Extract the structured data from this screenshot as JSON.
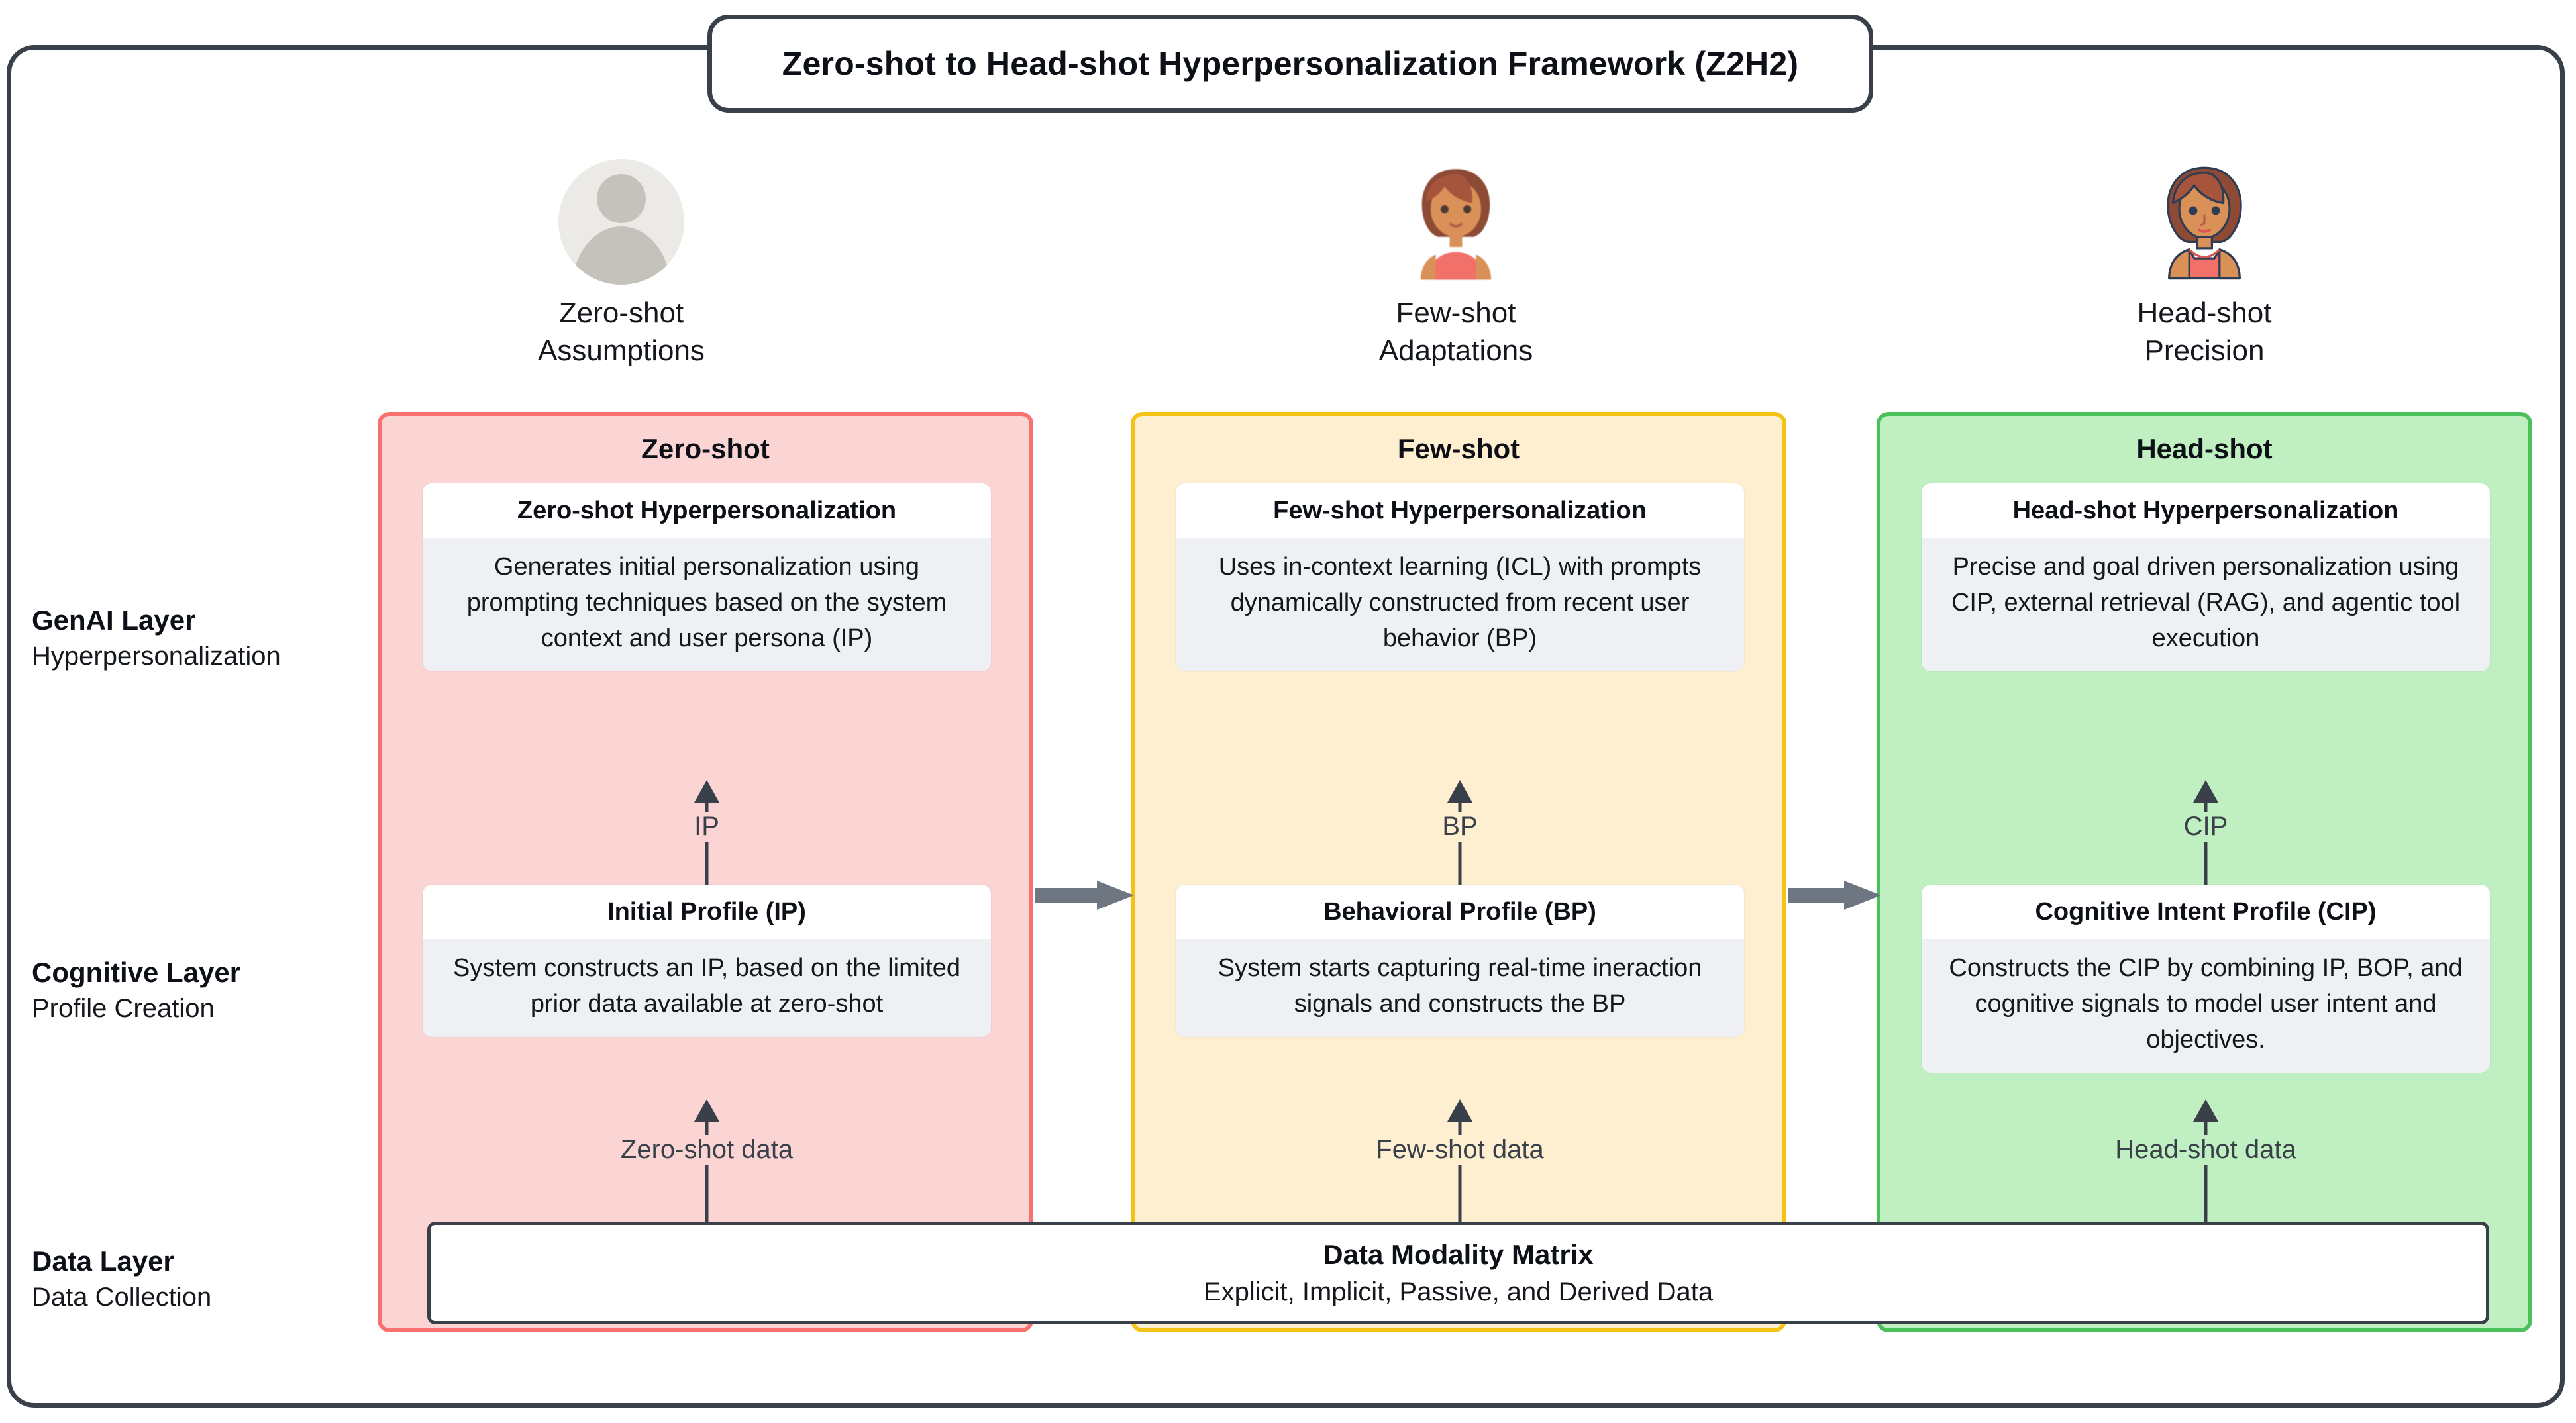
{
  "title": "Zero-shot to Head-shot Hyperpersonalization Framework (Z2H2)",
  "personas": [
    {
      "icon": "grey-user-silhouette-icon",
      "line1": "Zero-shot",
      "line2": "Assumptions"
    },
    {
      "icon": "woman-emoji-blurred-icon",
      "line1": "Few-shot",
      "line2": "Adaptations"
    },
    {
      "icon": "woman-emoji-sharp-icon",
      "line1": "Head-shot",
      "line2": "Precision"
    }
  ],
  "layers": [
    {
      "main": "GenAI Layer",
      "sub": "Hyperpersonalization"
    },
    {
      "main": "Cognitive Layer",
      "sub": "Profile Creation"
    },
    {
      "main": "Data Layer",
      "sub": "Data Collection"
    }
  ],
  "phases": [
    {
      "key": "zero",
      "title": "Zero-shot",
      "fill": "#fbd4d4",
      "border": "#f8716f",
      "genai": {
        "head": "Zero-shot Hyperpersonalization",
        "body": "Generates initial personalization using prompting techniques based on the system context and user persona (IP)"
      },
      "cognitive": {
        "head": "Initial Profile (IP)",
        "body": "System constructs an IP, based on the limited prior data available at zero-shot"
      },
      "up_label": "IP",
      "data_label": "Zero-shot data"
    },
    {
      "key": "few",
      "title": "Few-shot",
      "fill": "#fdefd0",
      "border": "#f5c216",
      "genai": {
        "head": "Few-shot Hyperpersonalization",
        "body": "Uses in-context learning (ICL) with prompts dynamically constructed from recent user behavior (BP)"
      },
      "cognitive": {
        "head": "Behavioral Profile (BP)",
        "body": "System starts capturing real-time ineraction signals and constructs the BP"
      },
      "up_label": "BP",
      "data_label": "Few-shot data"
    },
    {
      "key": "head",
      "title": "Head-shot",
      "fill": "#c0f0c2",
      "border": "#4cc05a",
      "genai": {
        "head": "Head-shot Hyperpersonalization",
        "body": "Precise and goal driven personalization using CIP, external retrieval (RAG), and agentic tool execution"
      },
      "cognitive": {
        "head": "Cognitive Intent Profile (CIP)",
        "body": "Constructs the CIP by combining IP, BOP, and cognitive signals to model user intent and objectives."
      },
      "up_label": "CIP",
      "data_label": "Head-shot data"
    }
  ],
  "matrix": {
    "title": "Data Modality Matrix",
    "subtitle": "Explicit, Implicit, Passive, and Derived Data"
  },
  "flow_arrows": [
    {
      "name": "zero-to-few-arrow"
    },
    {
      "name": "few-to-head-arrow"
    }
  ],
  "colors": {
    "frame": "#3a4049",
    "connector": "#3a4049",
    "flow_arrow": "#6d7681",
    "node_head_bg": "#ffffff",
    "node_body_bg": "#eef0f4"
  }
}
